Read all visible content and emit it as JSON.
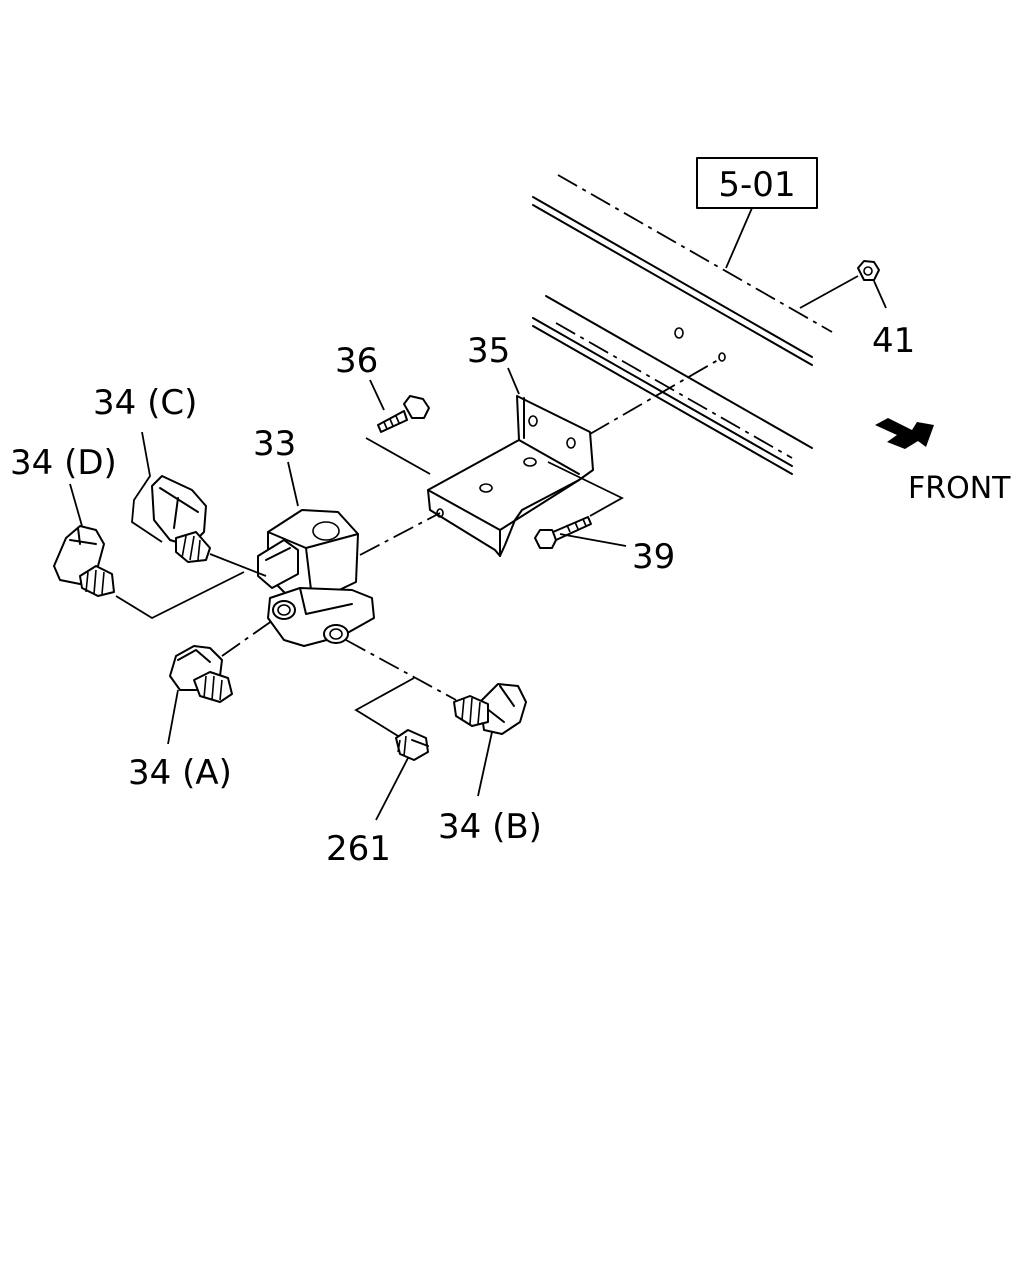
{
  "diagram": {
    "ref_box": "5-01",
    "direction_label": "FRONT",
    "callouts": {
      "p41": "41",
      "p35": "35",
      "p36": "36",
      "p33": "33",
      "p34c": "34 (C)",
      "p34d": "34 (D)",
      "p39": "39",
      "p34a": "34 (A)",
      "p261": "261",
      "p34b": "34 (B)"
    }
  }
}
